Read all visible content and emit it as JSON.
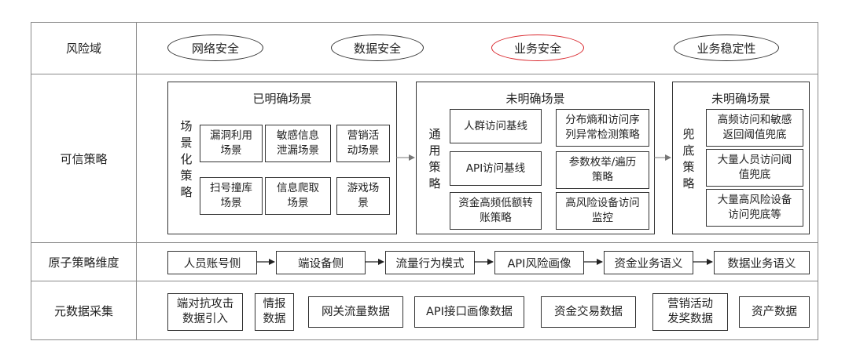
{
  "rows": {
    "risk_domain": "风险域",
    "trusted_strategy": "可信策略",
    "atomic_dimension": "原子策略维度",
    "metadata_collection": "元数据采集"
  },
  "domains": [
    "网络安全",
    "数据安全",
    "业务安全",
    "业务稳定性"
  ],
  "known": {
    "title": "已明确场景",
    "side": "场景化策略",
    "boxes": [
      "漏洞利用\n场景",
      "敏感信息\n泄漏场景",
      "营销活\n动场景",
      "扫号撞库\n场景",
      "信息爬取\n场景",
      "游戏场\n景"
    ]
  },
  "unknown_general": {
    "title": "未明确场景",
    "side": "通用策略",
    "boxes": [
      "人群访问基线",
      "分布熵和访问序\n列异常检测策略",
      "API访问基线",
      "参数枚举/遍历\n策略",
      "资金高频低额转\n账策略",
      "高风险设备访问\n监控"
    ]
  },
  "unknown_fallback": {
    "title": "未明确场景",
    "side": "兜底策略",
    "boxes": [
      "高频访问和敏感\n返回阈值兜底",
      "大量人员访问阈\n值兜底",
      "大量高风险设备\n访问兜底等"
    ]
  },
  "dimensions": [
    "人员账号侧",
    "端设备侧",
    "流量行为模式",
    "API风险画像",
    "资金业务语义",
    "数据业务语义"
  ],
  "metadata": [
    "端对抗攻击\n数据引入",
    "情报\n数据",
    "网关流量数据",
    "API接口画像数据",
    "资金交易数据",
    "营销活动\n发奖数据",
    "资产数据"
  ],
  "colors": {
    "highlight": "#d9262c",
    "line": "#333333"
  }
}
